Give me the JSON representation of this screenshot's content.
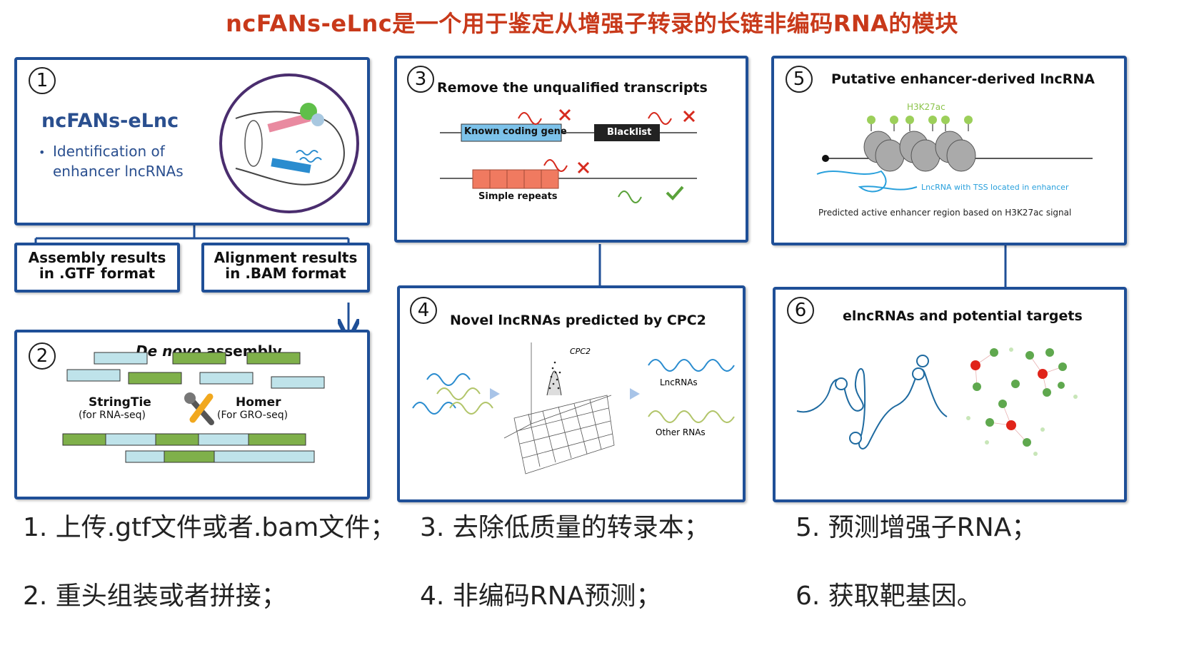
{
  "title": "ncFANs-eLnc是一个用于鉴定从增强子转录的长链非编码RNA的模块",
  "panels": {
    "p1": {
      "num": "1",
      "name": "ncFANs-eLnc",
      "bullet": "Identification of",
      "bullet2": "enhancer lncRNAs"
    },
    "p2": {
      "num": "2",
      "title_italic": "De novo",
      "title_rest": " assembly",
      "tool1": "StringTie",
      "tool1_sub": "(for RNA-seq)",
      "tool2": "Homer",
      "tool2_sub": "(For GRO-seq)"
    },
    "p3": {
      "num": "3",
      "title": "Remove the unqualified transcripts",
      "known": "Known coding gene",
      "blacklist": "Blacklist",
      "repeats": "Simple repeats"
    },
    "p4": {
      "num": "4",
      "title": "Novel lncRNAs predicted by CPC2",
      "cpc2": "CPC2",
      "lnc": "LncRNAs",
      "other": "Other RNAs"
    },
    "p5": {
      "num": "5",
      "title": "Putative enhancer-derived lncRNA",
      "mark": "H3K27ac",
      "lnc_label": "LncRNA with TSS located in enhancer",
      "foot": "Predicted active enhancer region based on H3K27ac signal"
    },
    "p6": {
      "num": "6",
      "title": "elncRNAs and potential targets"
    }
  },
  "formats": {
    "gtf": {
      "l1": "Assembly results",
      "l2": "in .GTF format"
    },
    "bam": {
      "l1": "Alignment results",
      "l2": "in .BAM format"
    }
  },
  "captions": {
    "c1": "1. 上传.gtf文件或者.bam文件；",
    "c2": "2. 重头组装或者拼接；",
    "c3": "3. 去除低质量的转录本；",
    "c4": "4. 非编码RNA预测；",
    "c5": "5. 预测增强子RNA；",
    "c6": "6. 获取靶基因。"
  },
  "colors": {
    "border": "#1f4f97",
    "title": "#c8391a",
    "green_bar": "#7fb04a",
    "blue_bar": "#bfe3ea",
    "red_cross": "#d62a1e",
    "check": "#5aa23a",
    "salmon": "#f07a60"
  }
}
